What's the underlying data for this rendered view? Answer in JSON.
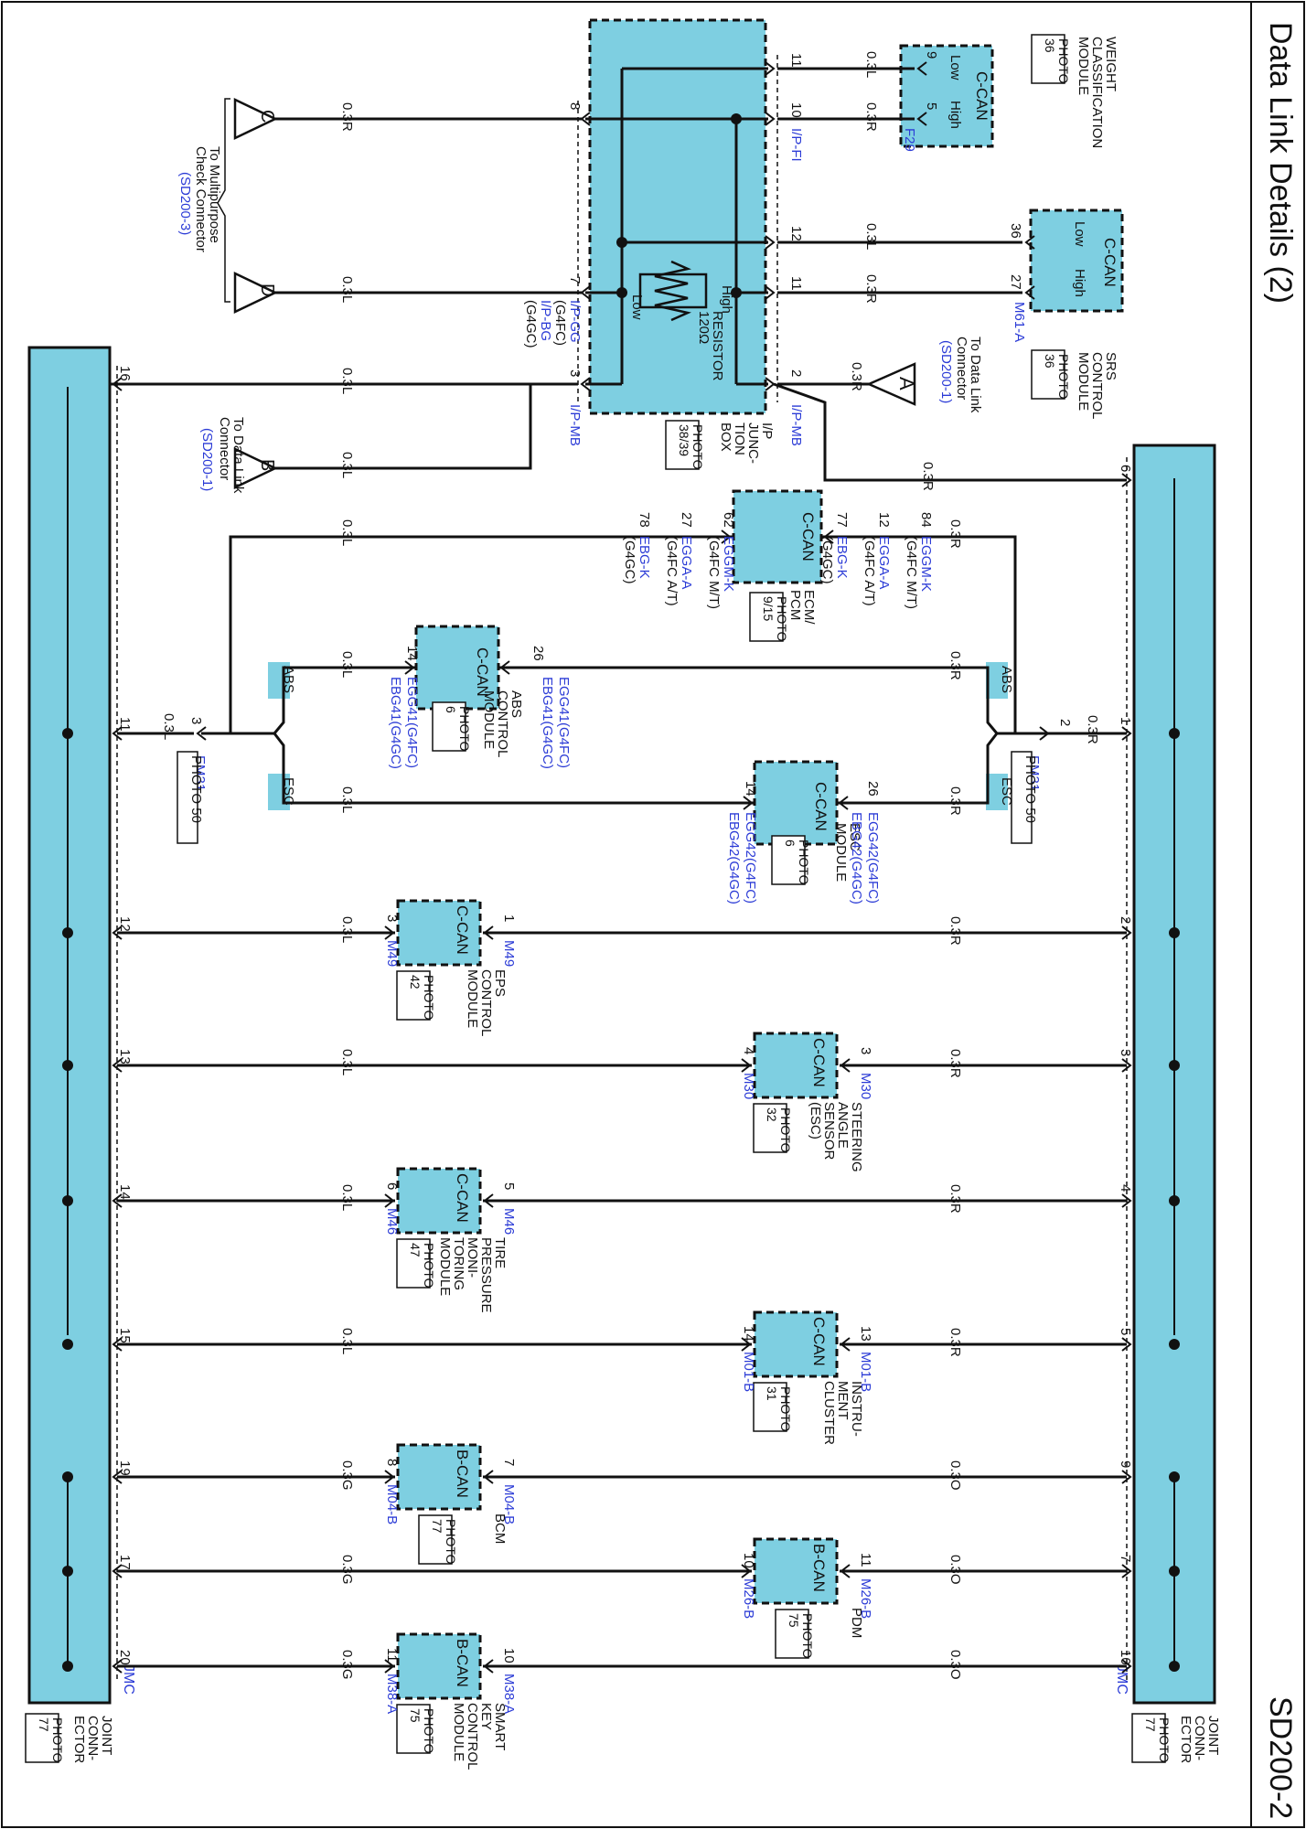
{
  "title": "Data Link Details (2)",
  "code": "SD200-2",
  "colors": {
    "component_fill": "#7ecfe1",
    "wire": "#111111",
    "label_blue": "#2b3bd6"
  },
  "ip_box": {
    "name": [
      "I/P",
      "JUNC-",
      "TION",
      "BOX"
    ],
    "photo": [
      "PHOTO",
      "38/39"
    ],
    "resistor": [
      "RESISTOR",
      "120Ω"
    ],
    "high": "High",
    "low": "Low",
    "conn_mb": "I/P-MB",
    "conn_fi": "I/P-FI",
    "conn_gg": "I/P-GG",
    "g4fc": "(G4FC)",
    "conn_bg": "I/P-BG",
    "g4gc": "(G4GC)"
  },
  "weight_module": {
    "name": [
      "WEIGHT",
      "CLASSIFICATION",
      "MODULE"
    ],
    "photo": [
      "PHOTO",
      "36"
    ],
    "can": "C-CAN",
    "low": "Low",
    "high": "High",
    "pin_low": "9",
    "pin_high": "5",
    "conn": "F29"
  },
  "srs_module": {
    "name": [
      "SRS",
      "CONTROL",
      "MODULE"
    ],
    "photo": [
      "PHOTO",
      "36"
    ],
    "can": "C-CAN",
    "low": "Low",
    "high": "High",
    "pin_low": "36",
    "pin_high": "27",
    "conn": "M61-A"
  },
  "ref_a": {
    "letter": "A",
    "text": [
      "To Data Link",
      "Connector"
    ],
    "ref": "(SD200-1)"
  },
  "ref_b": {
    "letter": "B",
    "text": [
      "To Data Link",
      "Connector"
    ],
    "ref": "(SD200-1)"
  },
  "ref_cd": {
    "letter_c": "C",
    "letter_d": "D",
    "text": [
      "To Multipurpose",
      "Check Connector"
    ],
    "ref": "(SD200-3)"
  },
  "ecm": {
    "name": [
      "ECM/",
      "PCM"
    ],
    "photo": [
      "PHOTO",
      "9/15"
    ],
    "can": "C-CAN",
    "high_pins": [
      "84",
      "12",
      "77"
    ],
    "low_pins": [
      "62",
      "27",
      "78"
    ],
    "high_conns": [
      "EGGM-K",
      "EGGA-A",
      "EBG-K"
    ],
    "high_variants": [
      "(G4FC M/T)",
      "(G4FC A/T)",
      "(G4GC)"
    ],
    "low_conns": [
      "EGGM-K",
      "EGGA-A",
      "EBG-K"
    ],
    "low_variants": [
      "(G4FC M/T)",
      "(G4FC A/T)",
      "(G4GC)"
    ]
  },
  "abs_module": {
    "name": [
      "ABS",
      "CONTROL",
      "MODULE"
    ],
    "photo": [
      "PHOTO",
      "6"
    ],
    "can": "C-CAN",
    "pin_high": "26",
    "pin_low": "14",
    "high_conns": [
      "EGG41(G4FC)",
      "EBG41(G4GC)"
    ],
    "low_conns": [
      "EGG41(G4FC)",
      "EBG41(G4GC)"
    ]
  },
  "esc_module": {
    "name": [
      "ESC",
      "MODULE"
    ],
    "photo": [
      "PHOTO",
      "6"
    ],
    "can": "C-CAN",
    "pin_high": "26",
    "pin_low": "14",
    "high_conns": [
      "EGG42(G4FC)",
      "EBG42(G4GC)"
    ],
    "low_conns": [
      "EGG42(G4FC)",
      "EBG42(G4GC)"
    ]
  },
  "abs_tag": "ABS",
  "esc_tag": "ESC",
  "em31": {
    "conn": "EM31",
    "photo": "PHOTO 50",
    "pin_right": "2",
    "pin_left": "3"
  },
  "modules": [
    {
      "key": "eps",
      "name": [
        "EPS",
        "CONTROL",
        "MODULE"
      ],
      "photo": [
        "PHOTO",
        "42"
      ],
      "can": "C-CAN",
      "pin_high": "1",
      "pin_low": "3",
      "conn": "M49",
      "jr_pin": "2",
      "jl_pin": "12",
      "wire_r": "0.3R",
      "wire_l": "0.3L"
    },
    {
      "key": "sas",
      "name": [
        "STEERING",
        "ANGLE",
        "SENSOR",
        "(ESC)"
      ],
      "photo": [
        "PHOTO",
        "32"
      ],
      "can": "C-CAN",
      "pin_high": "3",
      "pin_low": "4",
      "conn": "M30",
      "jr_pin": "3",
      "jl_pin": "13",
      "wire_r": "0.3R",
      "wire_l": "0.3L"
    },
    {
      "key": "tpms",
      "name": [
        "TIRE",
        "PRESSURE",
        "MONI-",
        "TORING",
        "MODULE"
      ],
      "photo": [
        "PHOTO",
        "47"
      ],
      "can": "C-CAN",
      "pin_high": "5",
      "pin_low": "6",
      "conn": "M46",
      "jr_pin": "4",
      "jl_pin": "14",
      "wire_r": "0.3R",
      "wire_l": "0.3L"
    },
    {
      "key": "cluster",
      "name": [
        "INSTRU-",
        "MENT",
        "CLUSTER"
      ],
      "photo": [
        "PHOTO",
        "31"
      ],
      "can": "C-CAN",
      "pin_high": "13",
      "pin_low": "14",
      "conn": "M01-B",
      "jr_pin": "5",
      "jl_pin": "15",
      "wire_r": "0.3R",
      "wire_l": "0.3L"
    },
    {
      "key": "bcm",
      "name": [
        "BCM"
      ],
      "photo": [
        "PHOTO",
        "77"
      ],
      "can": "B-CAN",
      "pin_high": "7",
      "pin_low": "8",
      "conn": "M04-B",
      "jr_pin": "9",
      "jl_pin": "19",
      "wire_r": "0.3O",
      "wire_l": "0.3G"
    },
    {
      "key": "pdm",
      "name": [
        "PDM"
      ],
      "photo": [
        "PHOTO",
        "75"
      ],
      "can": "B-CAN",
      "pin_high": "11",
      "pin_low": "10",
      "conn": "M26-B",
      "jr_pin": "7",
      "jl_pin": "17",
      "wire_r": "0.3O",
      "wire_l": "0.3G"
    },
    {
      "key": "smk",
      "name": [
        "SMART",
        "KEY",
        "CONTROL",
        "MODULE"
      ],
      "photo": [
        "PHOTO",
        "75"
      ],
      "can": "B-CAN",
      "pin_high": "10",
      "pin_low": "11",
      "conn": "M38-A",
      "jr_pin": "10",
      "jl_pin": "20",
      "wire_r": "0.3O",
      "wire_l": "0.3G"
    }
  ],
  "joint_right": {
    "name": [
      "JOINT",
      "CONN-",
      "ECTOR"
    ],
    "photo": [
      "PHOTO",
      "77"
    ],
    "conn": "JMC",
    "pin_top": "6",
    "pin_1": "1"
  },
  "joint_left": {
    "name": [
      "JOINT",
      "CONN-",
      "ECTOR"
    ],
    "photo": [
      "PHOTO",
      "77"
    ],
    "conn": "JMC",
    "pin_16": "16",
    "pin_11": "11"
  },
  "wires": {
    "w03R": "0.3R",
    "w03L": "0.3L",
    "ip_pin_11a": "11",
    "ip_pin_10": "10",
    "ip_pin_12": "12",
    "ip_pin_11b": "11",
    "ip_pin_8": "8",
    "ip_pin_7": "7",
    "ip_pin_3": "3",
    "ip_pin_2": "2"
  }
}
